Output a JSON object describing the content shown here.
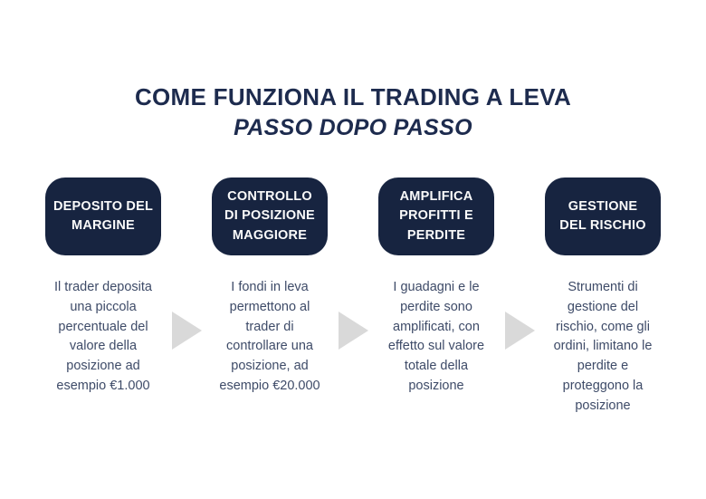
{
  "header": {
    "title": "COME FUNZIONA IL TRADING A LEVA",
    "subtitle": "PASSO DOPO PASSO"
  },
  "colors": {
    "box_navy": "#172440",
    "title_navy": "#1d2b4e",
    "body_text": "#3e4b68",
    "arrow_gray": "#d9d9d9",
    "background": "#ffffff"
  },
  "steps": [
    {
      "label": "DEPOSITO DEL\nMARGINE",
      "description": "Il trader deposita\nuna piccola\npercentuale del\nvalore della\nposizione ad\nesempio €1.000"
    },
    {
      "label": "CONTROLLO\nDI POSIZIONE\nMAGGIORE",
      "description": "I fondi in leva\npermettono al\ntrader di\ncontrollare una\nposizione, ad\nesempio €20.000"
    },
    {
      "label": "AMPLIFICA\nPROFITTI E\nPERDITE",
      "description": "I guadagni e le\nperdite sono\namplificati, con\neffetto sul valore\ntotale della\nposizione"
    },
    {
      "label": "GESTIONE\nDEL RISCHIO",
      "description": "Strumenti di\ngestione del\nrischio, come gli\nordini, limitano le\nperdite e\nproteggono la\nposizione"
    }
  ],
  "arrows": {
    "count": 3,
    "direction": "right"
  }
}
